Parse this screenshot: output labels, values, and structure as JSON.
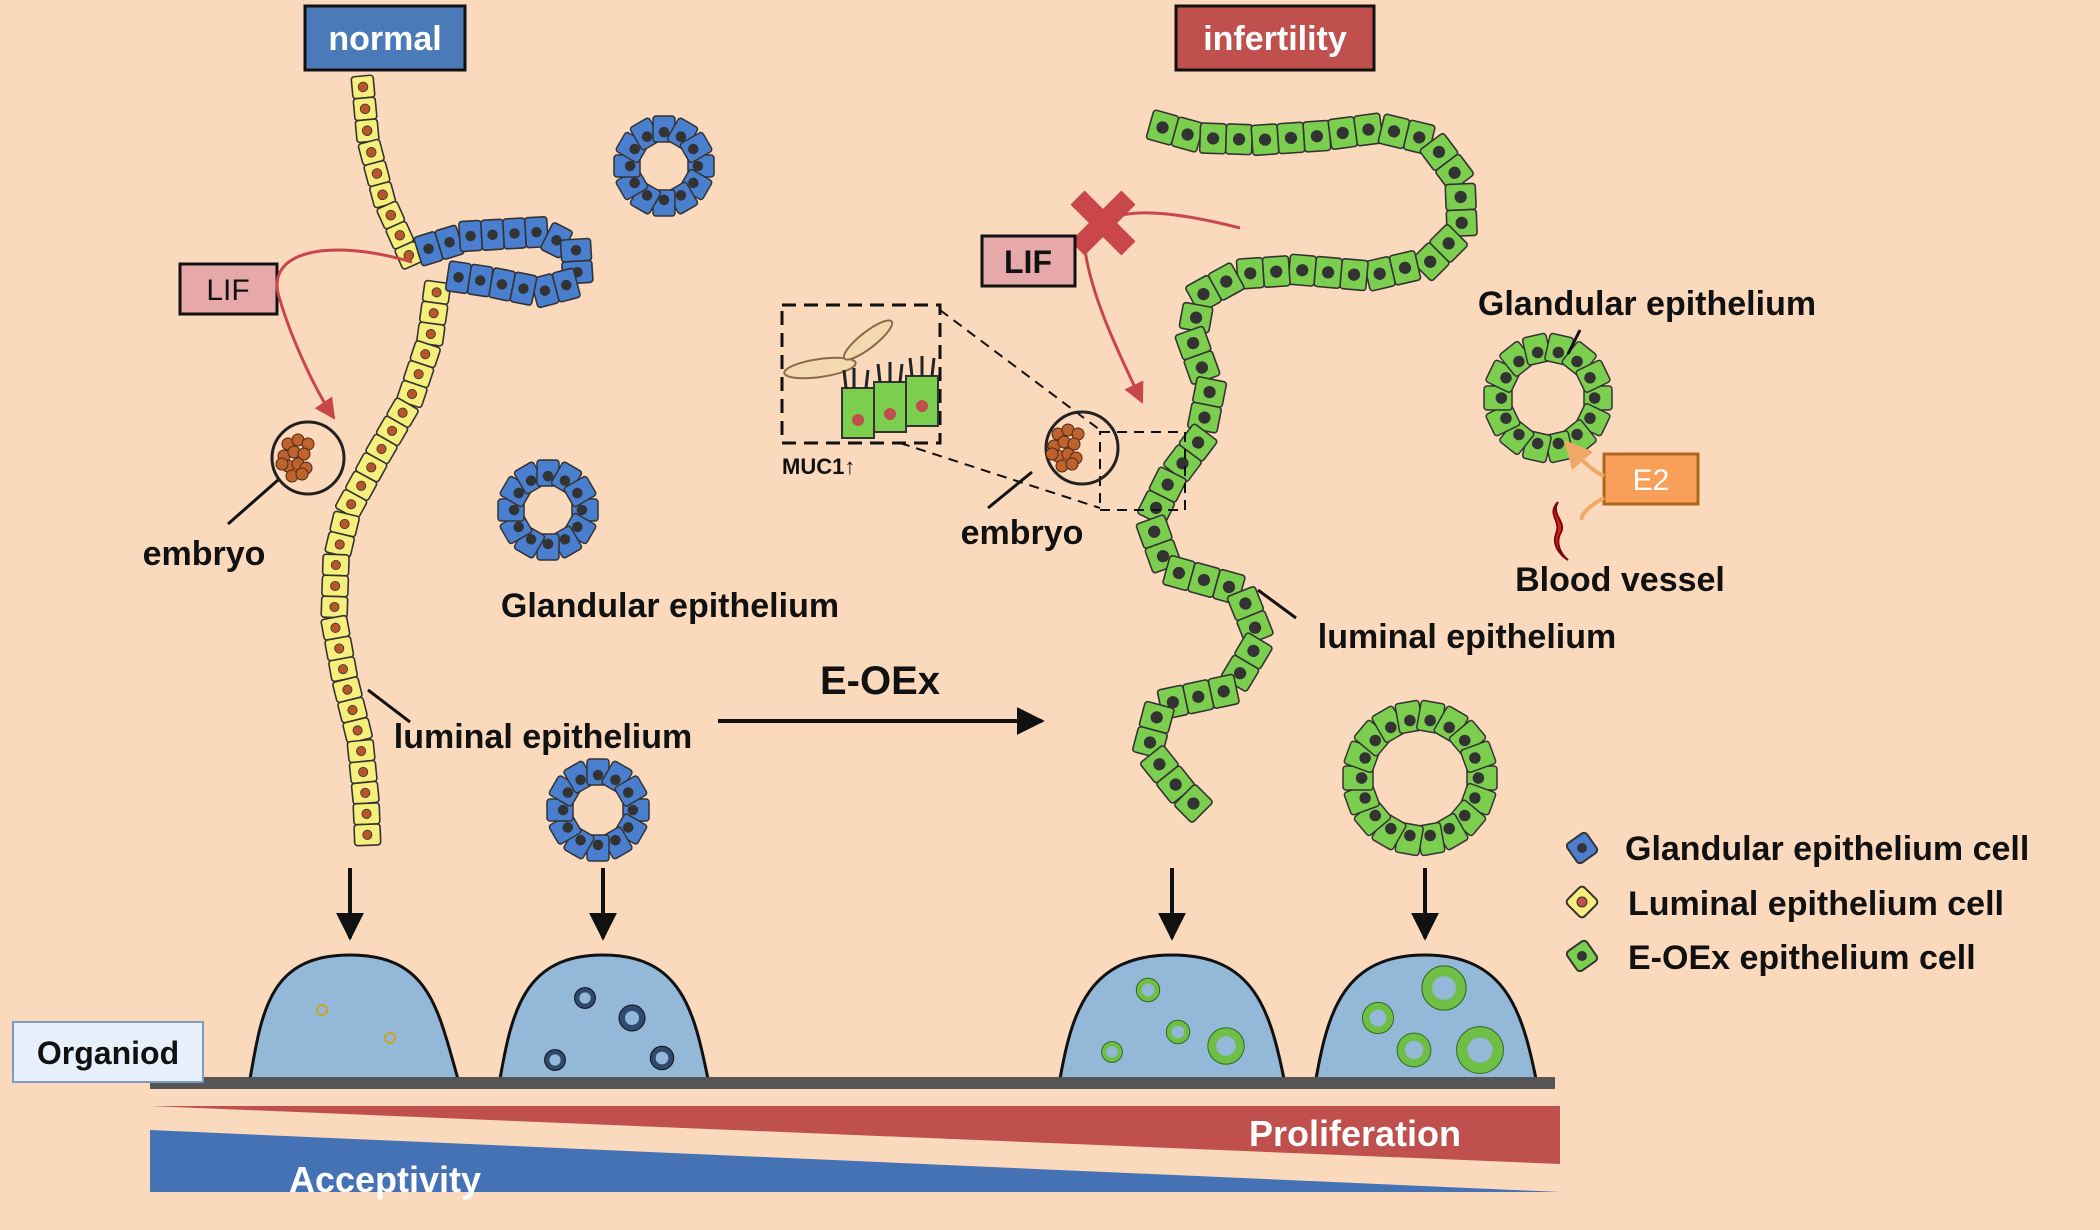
{
  "titles": {
    "normal": "normal",
    "infertility": "infertility"
  },
  "signals": {
    "lif_left": "LIF",
    "lif_right": "LIF",
    "e2": "E2"
  },
  "labels": {
    "embryo_left": "embryo",
    "embryo_right": "embryo",
    "glandular_mid": "Glandular epithelium",
    "glandular_right": "Glandular epithelium",
    "luminal_left": "luminal epithelium",
    "luminal_right": "luminal epithelium",
    "blood_vessel": "Blood vessel",
    "muc1": "MUC1↑",
    "transition": "E-OEx",
    "organoid": "Organiod",
    "proliferation": "Proliferation",
    "acceptivity": "Acceptivity"
  },
  "legend": [
    {
      "label": "Glandular epithelium cell",
      "color": "#4a7fd0"
    },
    {
      "label": "Luminal epithelium cell",
      "color": "#f7ef7c"
    },
    {
      "label": "E-OEx epithelium cell",
      "color": "#7ccf4e"
    }
  ],
  "colors": {
    "background": "#fbd9bc",
    "normal_title_fill": "#4a7ab8",
    "infertility_title_fill": "#c0504d",
    "lif_fill": "#e6a8a8",
    "e2_fill": "#f8a05a",
    "proliferation_wedge": "#c0504d",
    "acceptivity_wedge": "#4472b4",
    "organoid_dome": "#94b8d8"
  }
}
